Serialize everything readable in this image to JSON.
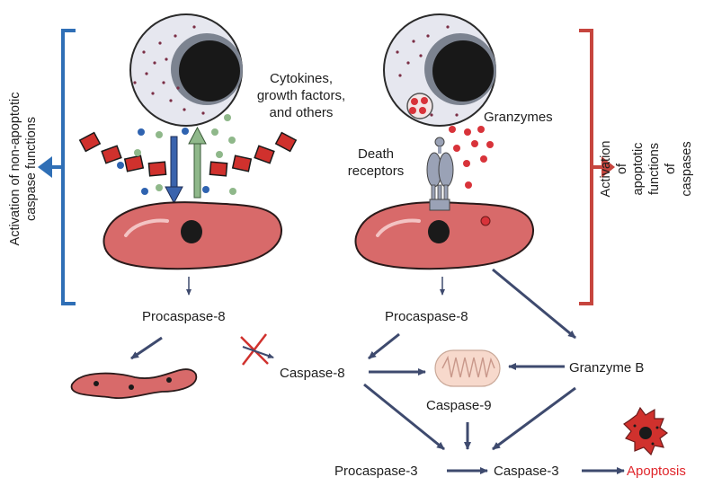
{
  "labels": {
    "cytokines": "Cytokines,\ngrowth factors,\nand others",
    "granzymes": "Granzymes",
    "death_receptors": "Death\nreceptors",
    "procaspase8_left": "Procaspase-8",
    "procaspase8_right": "Procaspase-8",
    "caspase8": "Caspase-8",
    "granzyme_b": "Granzyme B",
    "caspase9": "Caspase-9",
    "procaspase3": "Procaspase-3",
    "caspase3": "Caspase-3",
    "apoptosis": "Apoptosis",
    "left_bracket": "Activation of non-apoptotic\ncaspase functions",
    "right_bracket": "Activation of apoptotic functions\nof caspases"
  },
  "colors": {
    "cell_red": "#d86a6a",
    "cell_outline": "#2a1a1a",
    "immune_cell": "#e6e7ef",
    "nucleus": "#1a1a1a",
    "arrow": "#3e4a6e",
    "blue_bracket": "#2f6fb6",
    "red_bracket": "#c6453e",
    "apoptosis_text": "#e0262b",
    "membrane_red": "#d0312d",
    "receptor": "#9aa2b6"
  }
}
